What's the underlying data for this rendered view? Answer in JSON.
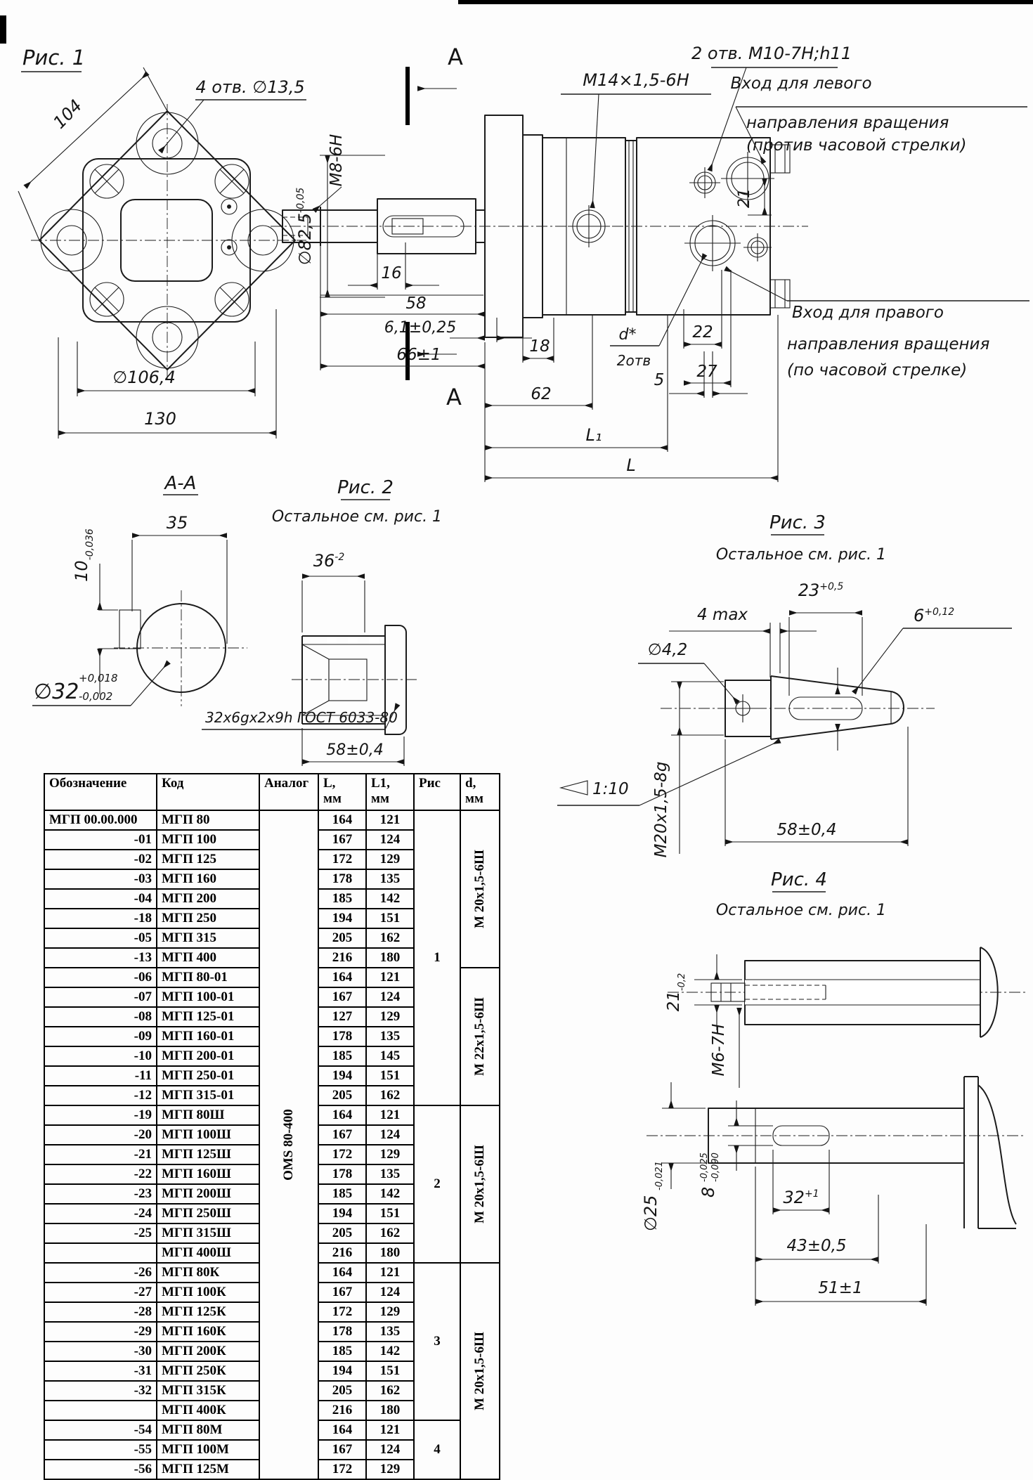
{
  "fig1": {
    "title": "Рис. 1",
    "front": {
      "holes": "4 отв. ∅13,5",
      "dim104": "104",
      "dim_d106": "∅106,4",
      "dim130": "130"
    },
    "side": {
      "section": "A",
      "m8": "М8-6Н",
      "d82_base": "∅82,5",
      "d82_tol": "-0,05",
      "dim16": "16",
      "dim58": "58",
      "dim61": "6,1±0,25",
      "dim66": "66±1",
      "dim18": "18",
      "dim62": "62",
      "m14": "М14×1,5-6Н",
      "holes2": "2 отв. М10-7Н;h11",
      "left1": "Вход для левого",
      "left2": "направления вращения",
      "left3": "(против часовой стрелки)",
      "right1": "Вход для правого",
      "right2": "направления вращения",
      "right3": "(по часовой стрелке)",
      "dim21": "21",
      "dim22": "22",
      "dim27": "27",
      "dim5": "5",
      "dstar": "d*",
      "otv2": "2отв",
      "L1": "L₁",
      "L": "L"
    }
  },
  "aa": {
    "title": "А-А",
    "dim35": "35",
    "d10_base": "10",
    "d10_tol": "-0,036",
    "d32_base": "∅32",
    "d32_tol_up": "+0,018",
    "d32_tol_dn": "-0,002"
  },
  "fig2": {
    "title": "Рис. 2",
    "subtitle": "Остальное см. рис. 1",
    "d36_base": "36",
    "d36_tol": "-2",
    "spline": "32х6gх2х9h ГОСТ 6033-80",
    "dim58": "58±0,4"
  },
  "fig3": {
    "title": "Рис. 3",
    "subtitle": "Остальное см. рис. 1",
    "dim4": "4 max",
    "d23_base": "23",
    "d23_tol": "+0,5",
    "d6_base": "6",
    "d6_tol": "+0,12",
    "d42": "∅4,2",
    "m20": "М20х1,5-8g",
    "taper": "1:10",
    "dim58": "58±0,4"
  },
  "fig4": {
    "title": "Рис. 4",
    "subtitle": "Остальное см. рис. 1",
    "d21_base": "21",
    "d21_tol": "-0,2",
    "m6": "М6-7Н",
    "d25_base": "∅25",
    "d25_tol": "-0,021",
    "d8_base": "8",
    "d8_tol_up": "-0,025",
    "d8_tol_dn": "-0,090",
    "d32_base": "32",
    "d32_tol": "+1",
    "dim43": "43±0,5",
    "dim51": "51±1"
  },
  "table": {
    "headers": {
      "designation": "Обозначение",
      "code": "Код",
      "analog": "Аналог",
      "L": "L,",
      "L_unit": "мм",
      "L1": "L1,",
      "L1_unit": "мм",
      "fig": "Рис",
      "d": "d,",
      "d_unit": "мм"
    },
    "analog_value": "OMS 80-400",
    "rows": [
      [
        "МГП 00.00.000",
        "МГП 80",
        "164",
        "121"
      ],
      [
        "-01",
        "МГП 100",
        "167",
        "124"
      ],
      [
        "-02",
        "МГП 125",
        "172",
        "129"
      ],
      [
        "-03",
        "МГП 160",
        "178",
        "135"
      ],
      [
        "-04",
        "МГП 200",
        "185",
        "142"
      ],
      [
        "-18",
        "МГП 250",
        "194",
        "151"
      ],
      [
        "-05",
        "МГП 315",
        "205",
        "162"
      ],
      [
        "-13",
        "МГП 400",
        "216",
        "180"
      ],
      [
        "-06",
        "МГП 80-01",
        "164",
        "121"
      ],
      [
        "-07",
        "МГП 100-01",
        "167",
        "124"
      ],
      [
        "-08",
        "МГП 125-01",
        "127",
        "129"
      ],
      [
        "-09",
        "МГП 160-01",
        "178",
        "135"
      ],
      [
        "-10",
        "МГП 200-01",
        "185",
        "145"
      ],
      [
        "-11",
        "МГП 250-01",
        "194",
        "151"
      ],
      [
        "-12",
        "МГП 315-01",
        "205",
        "162"
      ],
      [
        "-19",
        "МГП 80Ш",
        "164",
        "121"
      ],
      [
        "-20",
        "МГП 100Ш",
        "167",
        "124"
      ],
      [
        "-21",
        "МГП 125Ш",
        "172",
        "129"
      ],
      [
        "-22",
        "МГП 160Ш",
        "178",
        "135"
      ],
      [
        "-23",
        "МГП 200Ш",
        "185",
        "142"
      ],
      [
        "-24",
        "МГП 250Ш",
        "194",
        "151"
      ],
      [
        "-25",
        "МГП 315Ш",
        "205",
        "162"
      ],
      [
        "",
        "МГП 400Ш",
        "216",
        "180"
      ],
      [
        "-26",
        "МГП 80К",
        "164",
        "121"
      ],
      [
        "-27",
        "МГП 100К",
        "167",
        "124"
      ],
      [
        "-28",
        "МГП 125К",
        "172",
        "129"
      ],
      [
        "-29",
        "МГП 160К",
        "178",
        "135"
      ],
      [
        "-30",
        "МГП 200К",
        "185",
        "142"
      ],
      [
        "-31",
        "МГП 250К",
        "194",
        "151"
      ],
      [
        "-32",
        "МГП 315К",
        "205",
        "162"
      ],
      [
        "",
        "МГП 400К",
        "216",
        "180"
      ],
      [
        "-54",
        "МГП 80М",
        "164",
        "121"
      ],
      [
        "-55",
        "МГП 100М",
        "167",
        "124"
      ],
      [
        "-56",
        "МГП 125М",
        "172",
        "129"
      ]
    ],
    "fig_groups": [
      {
        "label": "1",
        "span": 15
      },
      {
        "label": "2",
        "span": 8
      },
      {
        "label": "3",
        "span": 8
      },
      {
        "label": "4",
        "span": 3
      }
    ],
    "d_groups": [
      {
        "label": "М 20х1,5-6Ш",
        "span": 8
      },
      {
        "label": "М 22х1,5-6Ш",
        "span": 7
      },
      {
        "label": "М 20х1,5-6Ш",
        "span": 8
      },
      {
        "label": "М 20х1,5-6Ш",
        "span": 11
      }
    ]
  }
}
